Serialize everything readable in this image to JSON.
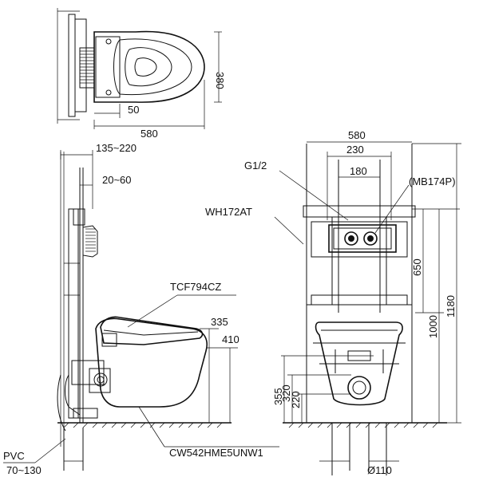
{
  "top_view": {
    "dim_width": "580",
    "dim_offset": "50",
    "dim_height": "380"
  },
  "side_view": {
    "dim_depth": "135~220",
    "dim_wall": "20~60",
    "model_seat": "TCF794CZ",
    "dim_335": "335",
    "dim_410": "410",
    "pvc_label": "PVC",
    "pvc_range": "70~130",
    "model_bowl": "CW542HME5UNW1"
  },
  "front_view": {
    "dim_width": "580",
    "dim_230": "230",
    "dim_180": "180",
    "inlet": "G1/2",
    "plate_model": "(MB174P)",
    "frame_model": "WH172AT",
    "dim_650": "650",
    "dim_1000": "1000",
    "dim_1180": "1180",
    "dim_355": "355",
    "dim_320": "320",
    "dim_220": "220",
    "dim_drain": "Ø110"
  }
}
